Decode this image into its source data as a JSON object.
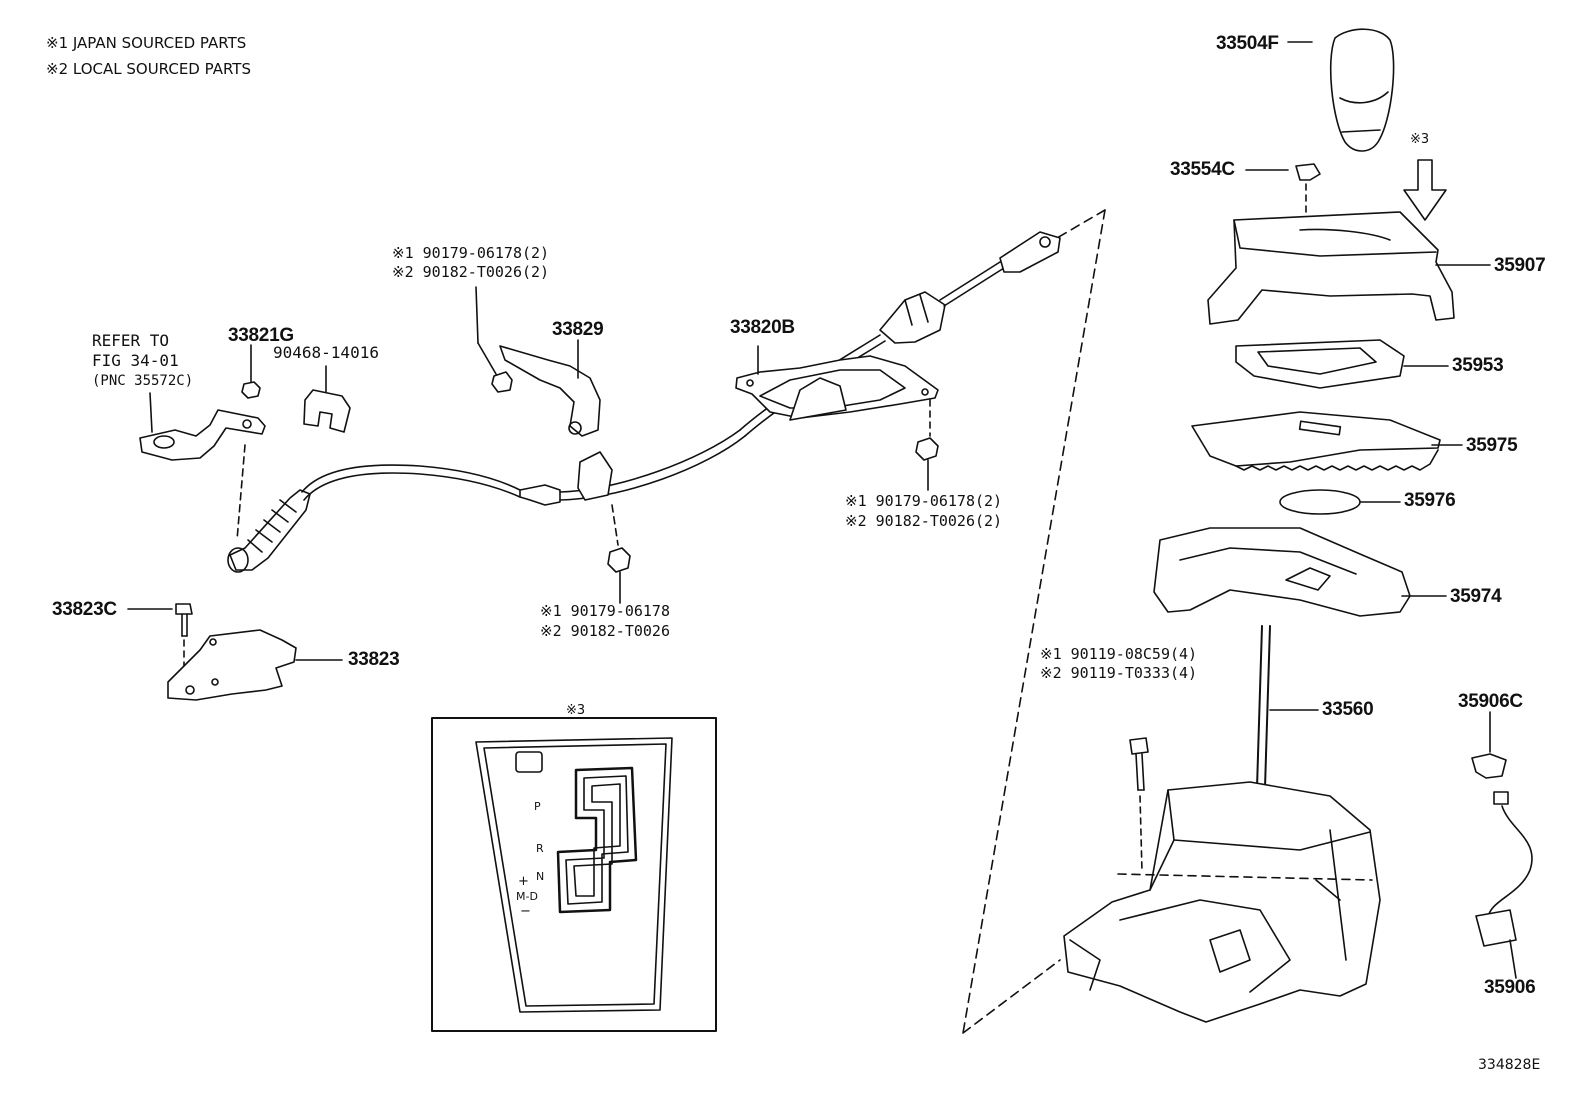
{
  "notes": {
    "japan": "※1 JAPAN SOURCED PARTS",
    "local": "※2 LOCAL SOURCED PARTS"
  },
  "refer": {
    "line1": "REFER TO",
    "line2": "FIG 34-01",
    "line3": "(PNC 35572C)"
  },
  "parts": {
    "p33821G": "33821G",
    "p90468": "90468-14016",
    "p33829": "33829",
    "p33820B": "33820B",
    "p33823C": "33823C",
    "p33823": "33823",
    "p33504F": "33504F",
    "p33554C": "33554C",
    "p35907": "35907",
    "p35953": "35953",
    "p35975": "35975",
    "p35976": "35976",
    "p35974": "35974",
    "p33560": "33560",
    "p35906C": "35906C",
    "p35906": "35906"
  },
  "nut_top": {
    "j": "※1 90179-06178(2)",
    "l": "※2 90182-T0026(2)"
  },
  "nut_right": {
    "j": "※1 90179-06178(2)",
    "l": "※2 90182-T0026(2)"
  },
  "nut_bottom": {
    "j": "※1 90179-06178",
    "l": "※2 90182-T0026"
  },
  "bolt": {
    "j": "※1 90119-08C59(4)",
    "l": "※2 90119-T0333(4)"
  },
  "mark3": "※3",
  "inset": {
    "title": "※3",
    "p": "P",
    "r": "R",
    "n": "N",
    "plus": "+",
    "md": "M-D",
    "minus": "−"
  },
  "figure_id": "334828E"
}
